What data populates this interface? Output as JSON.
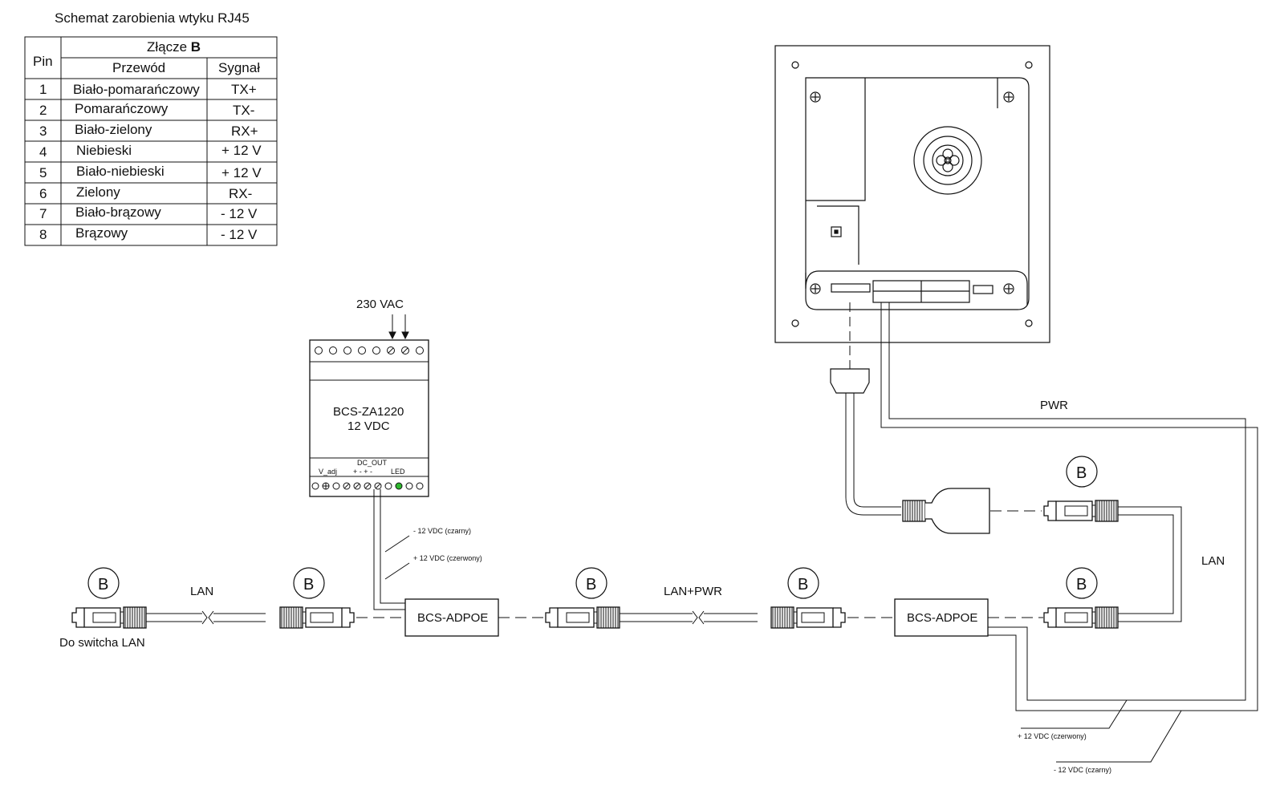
{
  "title": "Schemat zarobienia wtyku RJ45",
  "table": {
    "pin_header": "Pin",
    "connector_header_prefix": "Złącze ",
    "connector_header_letter": "B",
    "wire_header": "Przewód",
    "signal_header": "Sygnał",
    "rows": [
      {
        "pin": "1",
        "wire": "Biało-pomarańczowy",
        "signal": "TX+"
      },
      {
        "pin": "2",
        "wire": "Pomarańczowy",
        "signal": "TX-"
      },
      {
        "pin": "3",
        "wire": "Biało-zielony",
        "signal": "RX+"
      },
      {
        "pin": "4",
        "wire": "Niebieski",
        "signal": "+ 12 V"
      },
      {
        "pin": "5",
        "wire": "Biało-niebieski",
        "signal": "+ 12 V"
      },
      {
        "pin": "6",
        "wire": "Zielony",
        "signal": "RX-"
      },
      {
        "pin": "7",
        "wire": "Biało-brązowy",
        "signal": "- 12 V"
      },
      {
        "pin": "8",
        "wire": "Brązowy",
        "signal": "- 12 V"
      }
    ]
  },
  "psu": {
    "input_label": "230 VAC",
    "model": "BCS-ZA1220",
    "voltage": "12 VDC",
    "dc_out_label": "DC_OUT",
    "vadj_label": "V_adj",
    "polarity_label": "+ -  + -",
    "led_label": "LED",
    "led_color": "#2db82d"
  },
  "wires": {
    "minus_left": "- 12 VDC (czarny)",
    "plus_left": "+ 12 VDC (czerwony)",
    "plus_right": "+ 12 VDC (czerwony)",
    "minus_right": "- 12 VDC (czarny)"
  },
  "adapters": {
    "left": "BCS-ADPOE",
    "right": "BCS-ADPOE"
  },
  "cable_labels": {
    "lan_left": "LAN",
    "lan_pwr": "LAN+PWR",
    "lan_right": "LAN",
    "pwr": "PWR"
  },
  "switch_label": "Do switcha LAN",
  "connector_letter": "B"
}
